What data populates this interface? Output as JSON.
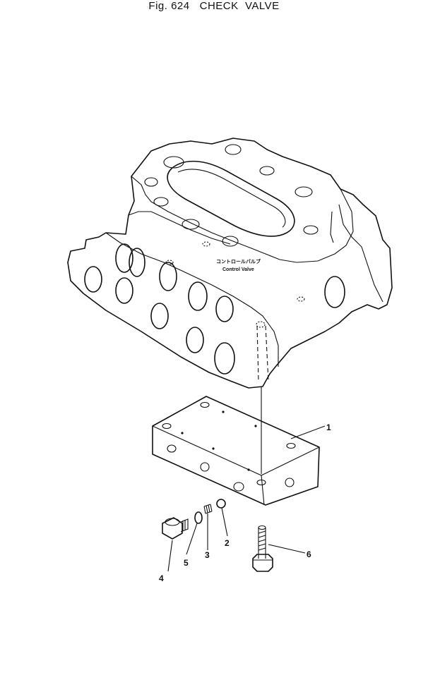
{
  "figure": {
    "title": "Fig. 624   CHECK  VALVE",
    "body_label_jp": "コントロールバルブ",
    "body_label_en": "Control Valve"
  },
  "callouts": [
    {
      "id": "c1",
      "text": "1"
    },
    {
      "id": "c2",
      "text": "2"
    },
    {
      "id": "c3",
      "text": "3"
    },
    {
      "id": "c4",
      "text": "4"
    },
    {
      "id": "c5",
      "text": "5"
    },
    {
      "id": "c6",
      "text": "6"
    }
  ]
}
